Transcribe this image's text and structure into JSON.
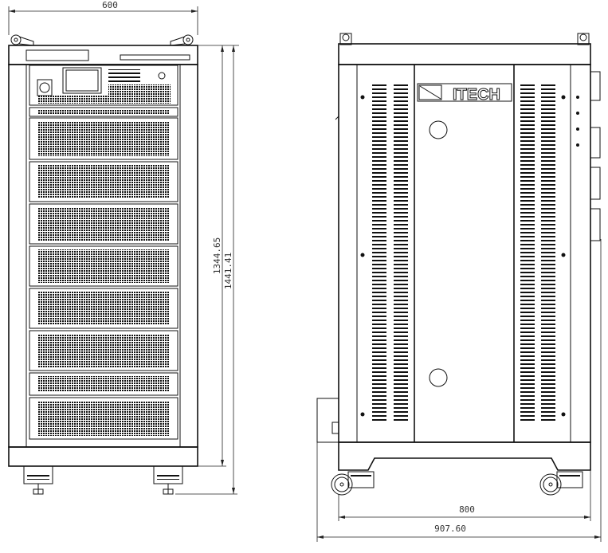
{
  "drawing": {
    "brand_logo": "ITECH",
    "dimensions": {
      "front_width": "600",
      "body_height": "1344.65",
      "total_height": "1441.41",
      "side_depth": "800",
      "overall_depth": "907.60"
    }
  }
}
